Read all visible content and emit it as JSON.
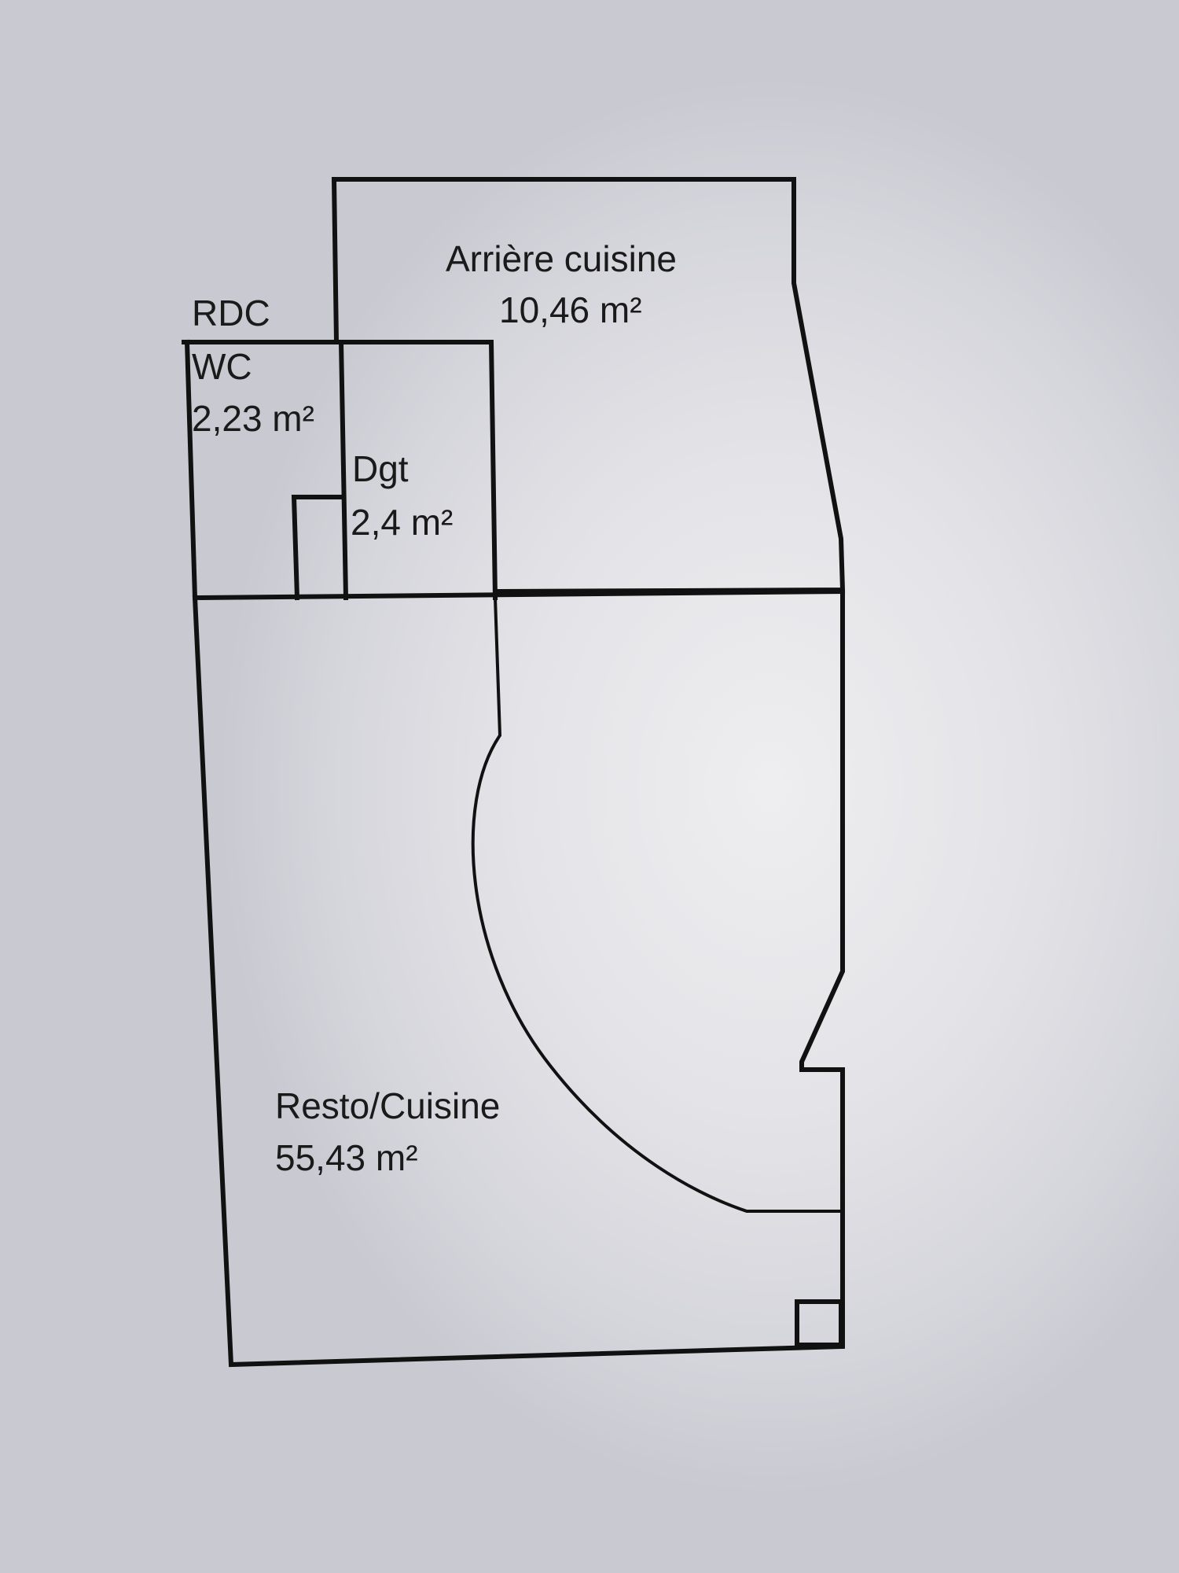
{
  "floor": {
    "label": "RDC"
  },
  "rooms": [
    {
      "id": "arriere-cuisine",
      "name": "Arrière cuisine",
      "area": "10,46  m²"
    },
    {
      "id": "wc",
      "name": "WC",
      "area": "2,23  m²"
    },
    {
      "id": "dgt",
      "name": "Dgt",
      "area": "2,4  m²"
    },
    {
      "id": "resto-cuisine",
      "name": "Resto/Cuisine",
      "area": "55,43  m²"
    }
  ],
  "colors": {
    "wall": "#111111",
    "text": "#1a1a1a",
    "background": "#e4e4e8"
  }
}
